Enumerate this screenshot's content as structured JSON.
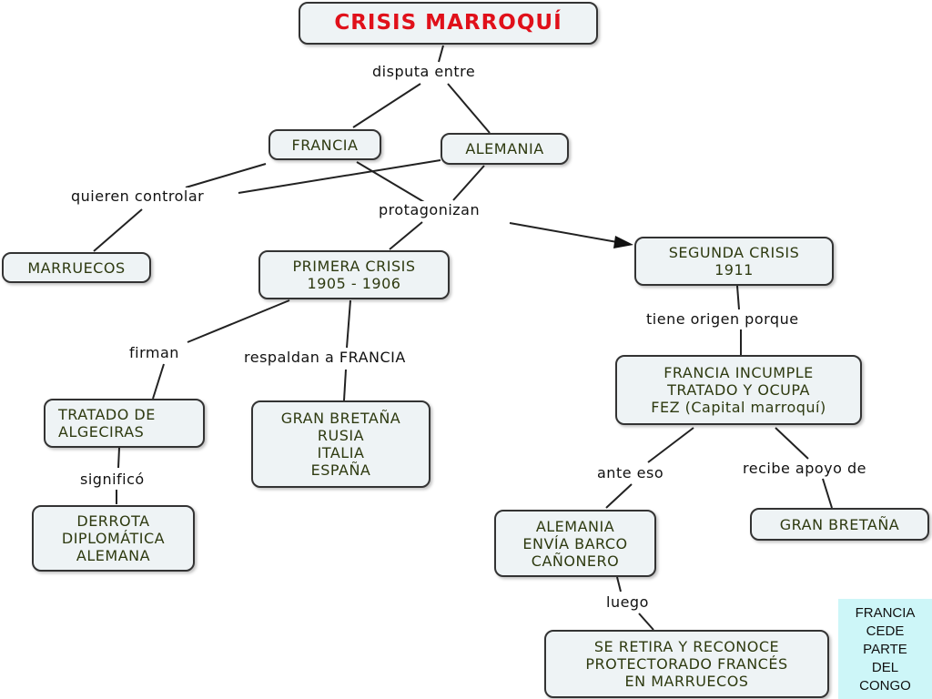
{
  "title": "CRISIS MARROQUÍ",
  "nodes": {
    "francia": "FRANCIA",
    "alemania": "ALEMANIA",
    "marruecos": "MARRUECOS",
    "primera_crisis": "PRIMERA CRISIS\n1905 - 1906",
    "segunda_crisis": "SEGUNDA CRISIS\n1911",
    "tratado_algeciras": "TRATADO DE\nALGECIRAS",
    "gran_bretana_rusia": "GRAN BRETAÑA\nRUSIA\nITALIA\nESPAÑA",
    "derrota": "DERROTA\nDIPLOMÁTICA\nALEMANA",
    "francia_incumple": "FRANCIA INCUMPLE\nTRATADO Y OCUPA\nFEZ (Capital marroquí)",
    "alemania_barco": "ALEMANIA\nENVÍA BARCO\nCAÑONERO",
    "gran_bretana": "GRAN BRETAÑA",
    "se_retira": "SE RETIRA Y RECONOCE\nPROTECTORADO FRANCÉS\nEN MARRUECOS"
  },
  "links": {
    "disputa_entre": "disputa entre",
    "quieren_controlar": "quieren controlar",
    "protagonizan": "protagonizan",
    "firman": "firman",
    "respaldan": "respaldan a FRANCIA",
    "significo": "significó",
    "tiene_origen": "tiene origen porque",
    "ante_eso": "ante eso",
    "recibe_apoyo": "recibe apoyo de",
    "luego": "luego"
  },
  "callout": "FRANCIA\nCEDE\nPARTE\nDEL\nCONGO",
  "colors": {
    "title": "#e0101a",
    "node_fill": "#eef3f5",
    "node_text": "#2e3a10",
    "node_border": "#333333",
    "callout_fill": "#cdf6f8"
  }
}
